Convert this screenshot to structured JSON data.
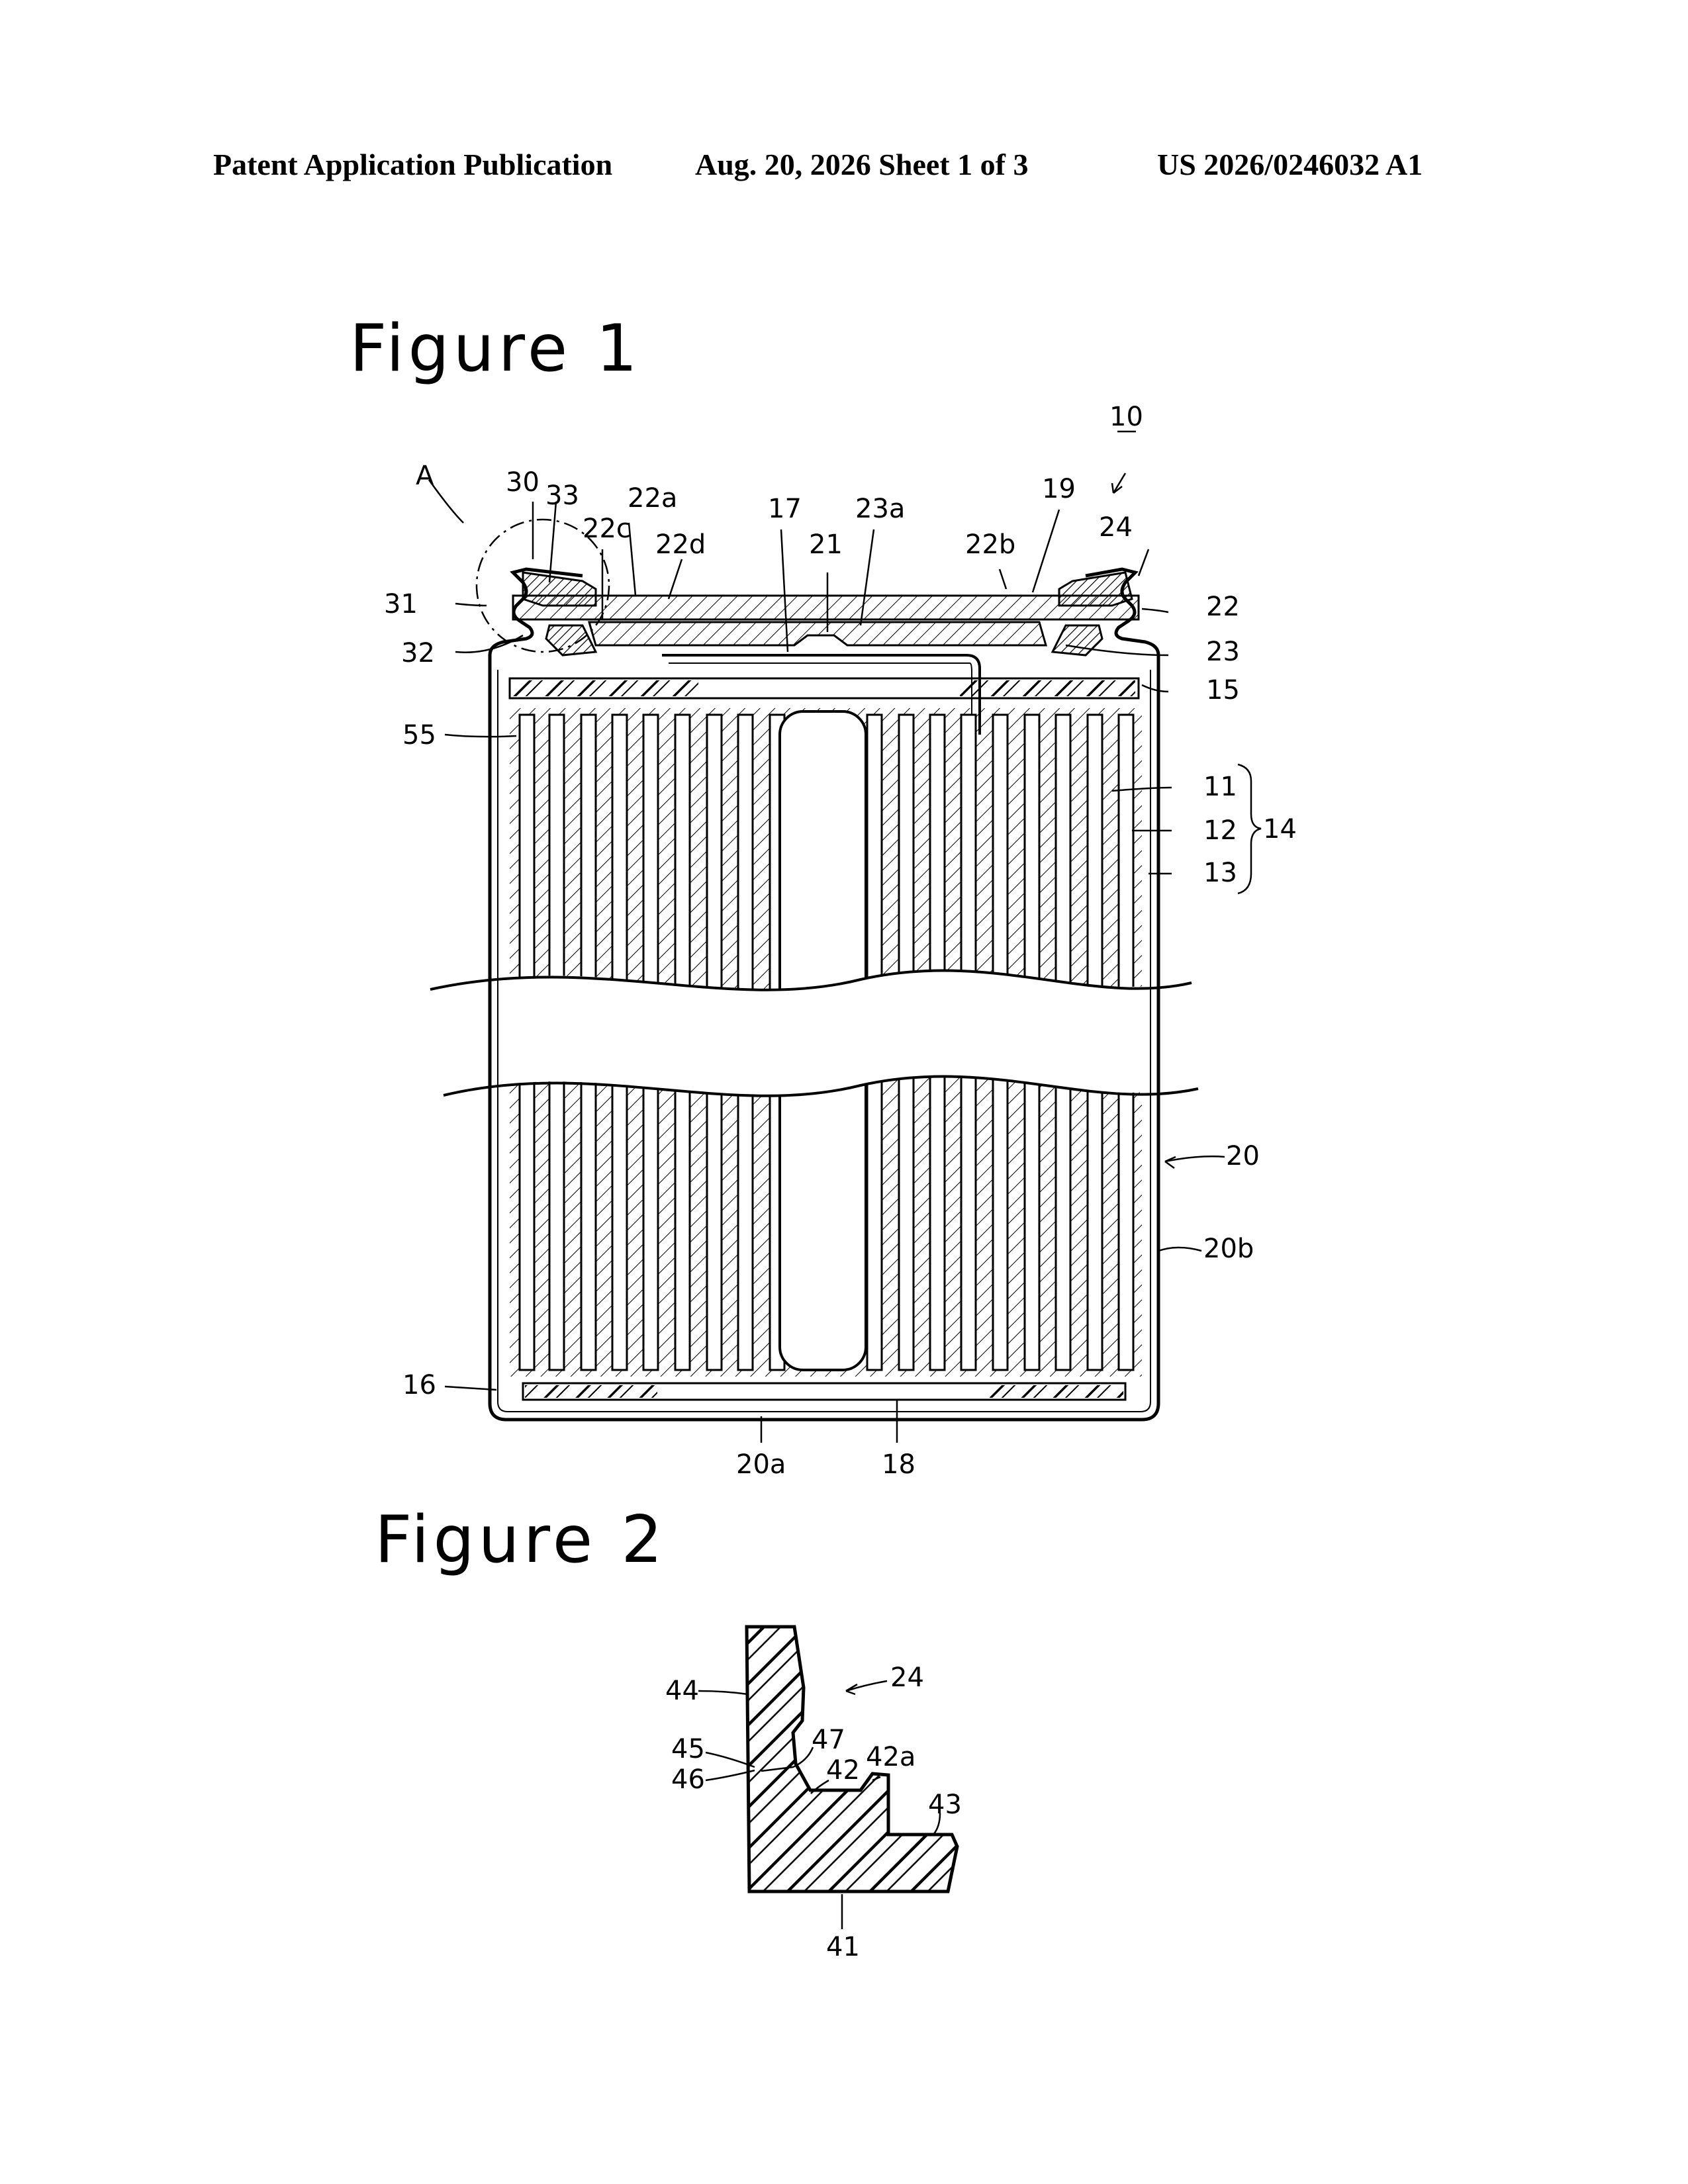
{
  "header": {
    "publication": "Patent Application Publication",
    "date_sheet": "Aug. 20, 2026  Sheet 1 of 3",
    "number": "US 2026/0246032 A1"
  },
  "figure1": {
    "title": "Figure 1",
    "refs": {
      "r10": "10",
      "rA": "A",
      "r30": "30",
      "r33": "33",
      "r22a": "22a",
      "r22c": "22c",
      "r22d": "22d",
      "r17": "17",
      "r21": "21",
      "r23a": "23a",
      "r22b": "22b",
      "r19": "19",
      "r24": "24",
      "r31": "31",
      "r32": "32",
      "r22": "22",
      "r23": "23",
      "r15": "15",
      "r55": "55",
      "r11": "11",
      "r12": "12",
      "r13": "13",
      "r14": "14",
      "r20": "20",
      "r20b": "20b",
      "r16": "16",
      "r20a": "20a",
      "r18": "18"
    }
  },
  "figure2": {
    "title": "Figure 2",
    "refs": {
      "r24": "24",
      "r44": "44",
      "r45": "45",
      "r46": "46",
      "r47": "47",
      "r42": "42",
      "r42a": "42a",
      "r43": "43",
      "r41": "41"
    }
  }
}
